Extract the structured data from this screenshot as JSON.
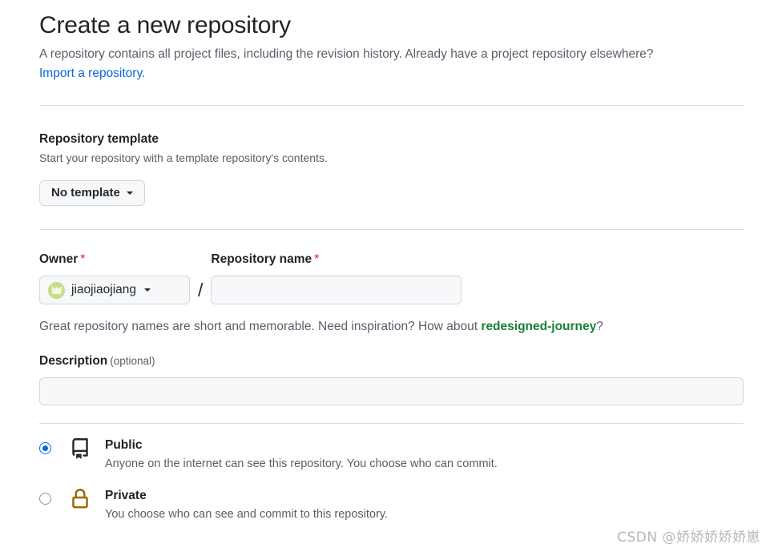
{
  "header": {
    "title": "Create a new repository",
    "subtitle": "A repository contains all project files, including the revision history. Already have a project repository elsewhere?",
    "import_link": "Import a repository."
  },
  "template_section": {
    "title": "Repository template",
    "subtitle": "Start your repository with a template repository's contents.",
    "button_label": "No template",
    "caret_icon": "caret-down-icon"
  },
  "owner_section": {
    "owner_label": "Owner",
    "owner_required_mark": "*",
    "owner_value": "jiaojiaojiang",
    "owner_avatar_icon": "user-avatar-icon",
    "owner_avatar_color": "#c9dd8c",
    "separator": "/",
    "repo_name_label": "Repository name",
    "repo_name_required_mark": "*",
    "repo_name_value": "",
    "repo_name_placeholder": "",
    "hint_prefix": "Great repository names are short and memorable. Need inspiration? How about ",
    "hint_suggestion": "redesigned-journey",
    "hint_suffix": "?",
    "suggestion_color": "#1a7f37"
  },
  "description_section": {
    "label": "Description",
    "optional_label": "(optional)",
    "value": "",
    "placeholder": ""
  },
  "visibility_section": {
    "options": [
      {
        "id": "public",
        "title": "Public",
        "description": "Anyone on the internet can see this repository. You choose who can commit.",
        "icon": "repo-icon",
        "icon_color": "#24292f",
        "selected": true
      },
      {
        "id": "private",
        "title": "Private",
        "description": "You choose who can see and commit to this repository.",
        "icon": "lock-icon",
        "icon_color": "#9a6700",
        "selected": false
      }
    ]
  },
  "watermark": {
    "text": "CSDN @娇娇娇娇娇崽"
  },
  "colors": {
    "link": "#0969da",
    "required": "#cf222e",
    "muted": "#57606a",
    "divider": "#d8dee4",
    "input_bg": "#f6f8fa"
  }
}
